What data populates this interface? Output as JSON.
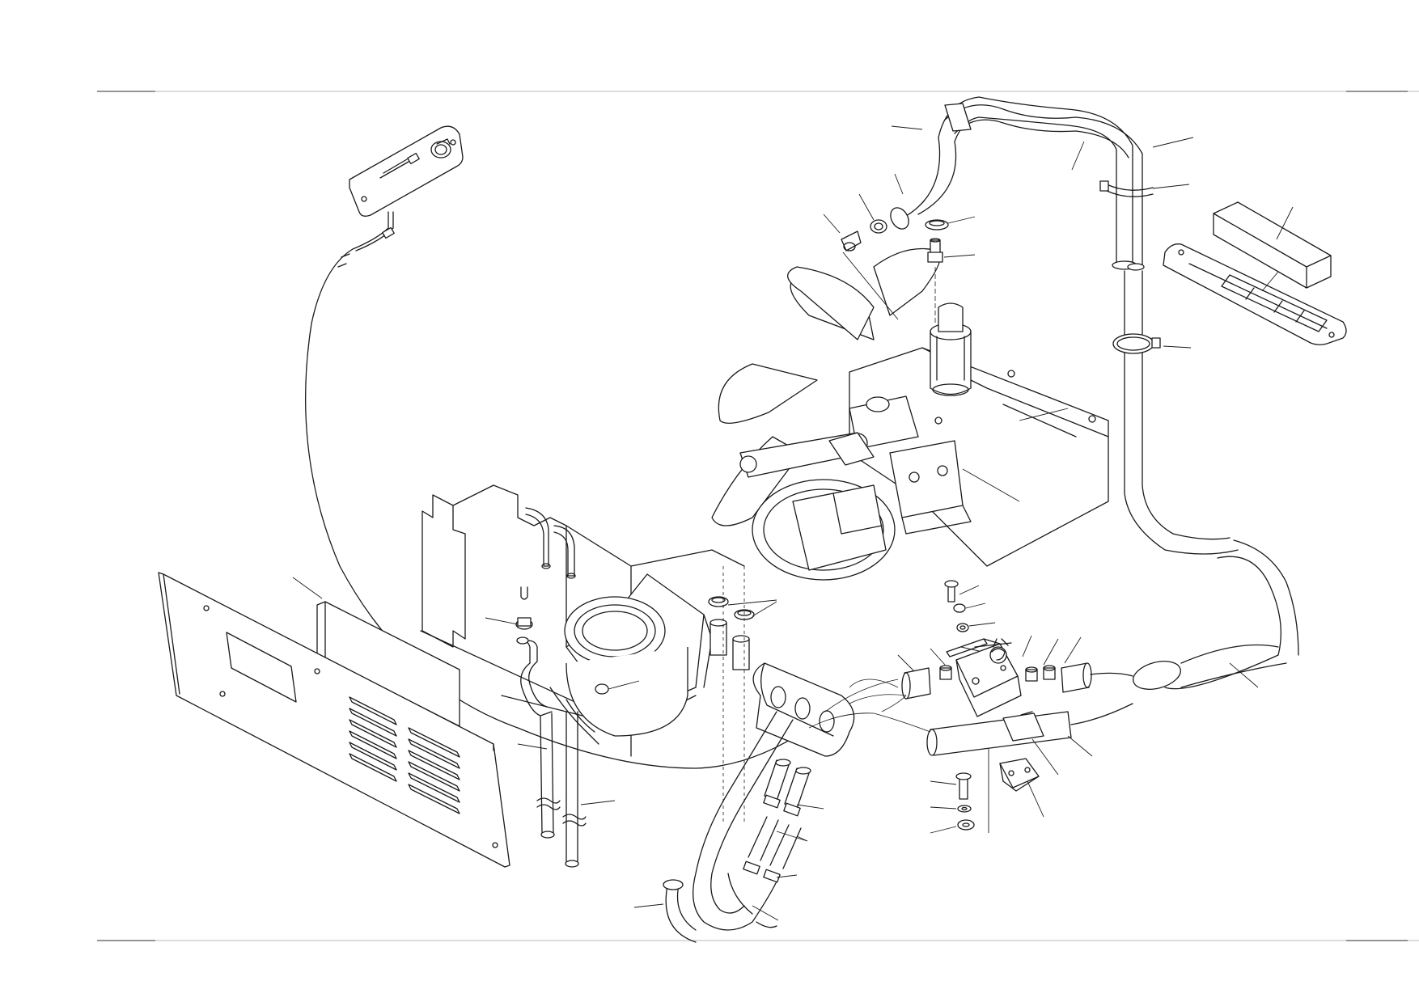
{
  "page": {
    "background": "#ffffff",
    "line_color": "#1a1a1a",
    "rule_color": "#b8b8b8"
  },
  "diagram": {
    "type": "exploded-parts-drawing",
    "text_labels": [],
    "components": [
      {
        "id": "louvered-grille-panel",
        "icon": "grille-panel"
      },
      {
        "id": "foam-gasket-strip",
        "icon": "gasket-strip"
      },
      {
        "id": "heater-box-housing",
        "icon": "heater-box"
      },
      {
        "id": "blower-fan-housing",
        "icon": "blower"
      },
      {
        "id": "rubber-grommet-block",
        "icon": "grommet"
      },
      {
        "id": "lower-coolant-hose-loop",
        "icon": "hose"
      },
      {
        "id": "thermostat-control-panel",
        "icon": "control-panel"
      },
      {
        "id": "control-cable",
        "icon": "cable"
      },
      {
        "id": "engine-fan-assembly",
        "icon": "engine"
      },
      {
        "id": "upper-coolant-hose",
        "icon": "hose"
      },
      {
        "id": "vertical-coolant-pipe",
        "icon": "pipe"
      },
      {
        "id": "air-filter-tray",
        "icon": "filter-tray"
      },
      {
        "id": "filter-element",
        "icon": "filter"
      },
      {
        "id": "hose-clamps",
        "icon": "clamp"
      },
      {
        "id": "water-valve-assembly",
        "icon": "valve"
      },
      {
        "id": "mounting-bracket",
        "icon": "bracket"
      },
      {
        "id": "hardware-screws-washers",
        "icon": "screw"
      }
    ]
  }
}
